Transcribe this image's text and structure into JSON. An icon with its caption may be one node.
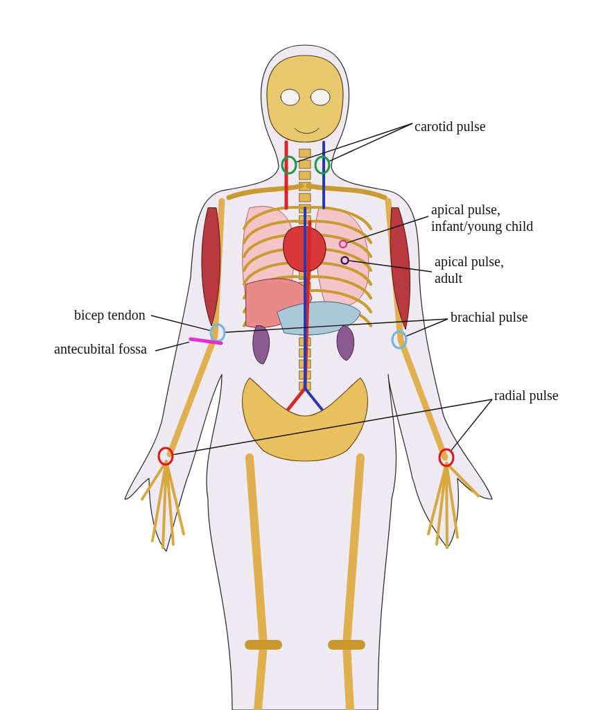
{
  "diagram": {
    "nodes": [
      {
        "text": [
          "carotid pulse"
        ]
      },
      {
        "text": [],
        "shape": "circle"
      },
      {
        "text": [],
        "shape": "circle"
      },
      {
        "text": [
          "apical pulse, infant/young child"
        ]
      },
      {
        "text": [],
        "shape": "circle"
      },
      {
        "text": [
          "apical pulse, adult"
        ]
      },
      {
        "text": [],
        "shape": "circle"
      },
      {
        "text": [
          "bicep tendon"
        ]
      },
      {
        "text": [],
        "shape": "circle"
      },
      {
        "text": [
          "antecubital fossa"
        ]
      },
      {
        "text": [],
        "shape": "bar"
      },
      {
        "text": [
          "brachial pulse"
        ]
      },
      {
        "text": [],
        "shape": "circle"
      },
      {
        "text": [
          "radial pulse"
        ]
      },
      {
        "text": [],
        "shape": "circle"
      },
      {
        "text": [],
        "shape": "circle"
      }
    ],
    "edges": [
      {
        "from": 0,
        "to": 1,
        "arrow": "none"
      },
      {
        "from": 0,
        "to": 2,
        "arrow": "none"
      },
      {
        "from": 3,
        "to": 4,
        "arrow": "none"
      },
      {
        "from": 5,
        "to": 6,
        "arrow": "none"
      },
      {
        "from": 7,
        "to": 8,
        "arrow": "none"
      },
      {
        "from": 9,
        "to": 10,
        "arrow": "none"
      },
      {
        "from": 11,
        "to": 8,
        "arrow": "none"
      },
      {
        "from": 11,
        "to": 12,
        "arrow": "none"
      },
      {
        "from": 13,
        "to": 14,
        "arrow": "none"
      },
      {
        "from": 13,
        "to": 15,
        "arrow": "none"
      }
    ]
  }
}
